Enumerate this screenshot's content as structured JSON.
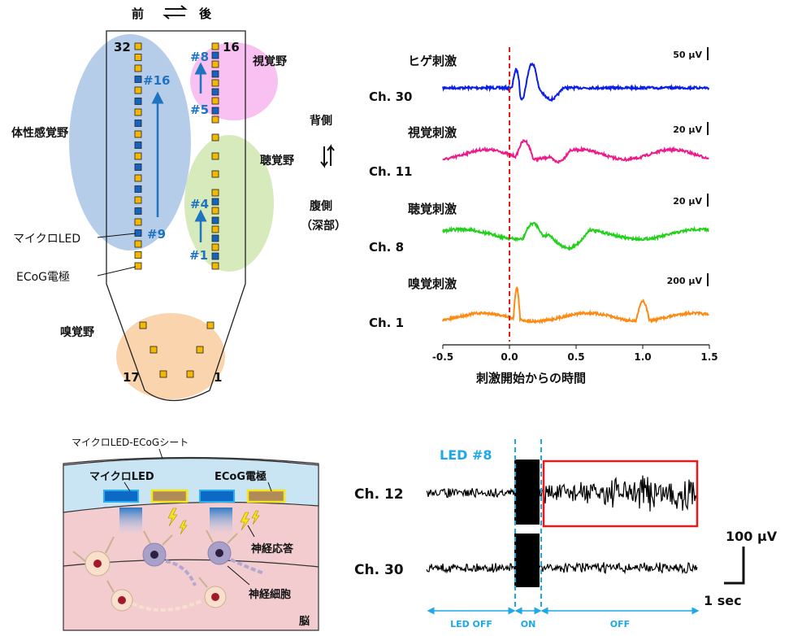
{
  "probe_map": {
    "orientation_front": "前",
    "orientation_back": "後",
    "dorsal": "背側",
    "ventral": "腹側",
    "ventral_sub": "（深部）",
    "regions": {
      "somatosensory": "体性感覚野",
      "visual": "視覚野",
      "auditory": "聴覚野",
      "olfactory": "嗅覚野"
    },
    "labels": {
      "micro_led": "マイクロLED",
      "ecog": "ECoG電極"
    },
    "channel_numbers": {
      "top_left": "32",
      "top_right": "16",
      "bottom_left": "17",
      "bottom_right": "1"
    },
    "led_numbers": [
      "#16",
      "#9",
      "#8",
      "#5",
      "#4",
      "#1"
    ],
    "colors": {
      "electrode": "#f5b800",
      "led": "#1565c0",
      "somato": "#a9c4e6",
      "visual": "#f7b6f0",
      "auditory": "#cfe6b0",
      "olfactory": "#f8cfa4",
      "arrow": "#1e74c0"
    }
  },
  "evoked": {
    "rows": [
      {
        "stimulus": "ヒゲ刺激",
        "channel": "Ch. 30",
        "scale": "50 µV",
        "color": "#0a1ee6"
      },
      {
        "stimulus": "視覚刺激",
        "channel": "Ch. 11",
        "scale": "20 µV",
        "color": "#ee1a8a"
      },
      {
        "stimulus": "聴覚刺激",
        "channel": "Ch. 8",
        "scale": "20 µV",
        "color": "#22d11a"
      },
      {
        "stimulus": "嗅覚刺激",
        "channel": "Ch. 1",
        "scale": "200 µV",
        "color": "#ff8a12"
      }
    ],
    "x_ticks": [
      "-0.5",
      "0.0",
      "0.5",
      "1.0",
      "1.5"
    ],
    "xlabel": "刺激開始からの時間",
    "onset_color": "#e8191b"
  },
  "schematic": {
    "sheet_label": "マイクロLED-ECoGシート",
    "micro_led": "マイクロLED",
    "ecog": "ECoG電極",
    "response": "神経応答",
    "neuron": "神経細胞",
    "brain": "脳"
  },
  "optogenetic": {
    "led_label": "LED #8",
    "channels": [
      "Ch. 12",
      "Ch. 30"
    ],
    "scale_v": "100 µV",
    "scale_t": "1 sec",
    "phases": [
      "LED OFF",
      "ON",
      "OFF"
    ],
    "accent": "#1ea8e8",
    "highlight": "#e8191b"
  }
}
